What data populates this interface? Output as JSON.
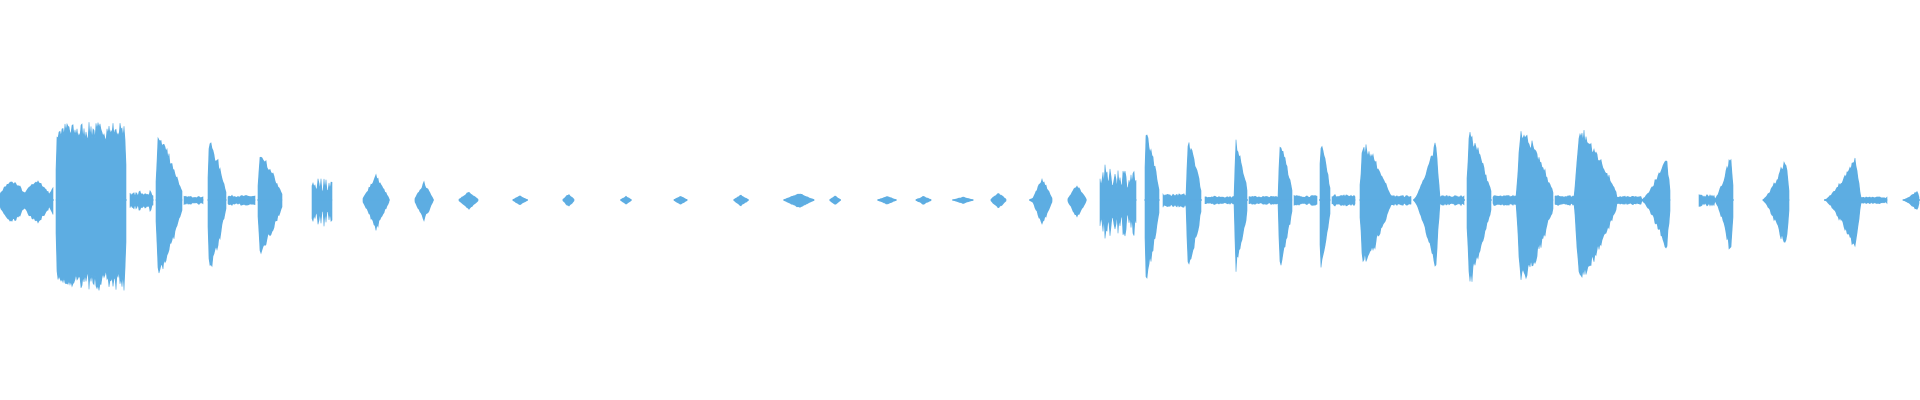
{
  "waveform": {
    "color": "#5dade2",
    "background": "#ffffff",
    "baseline_level": 0.012,
    "segments": [
      {
        "start": 0.0,
        "end": 0.028,
        "peak": 0.25,
        "shape": "wobble"
      },
      {
        "start": 0.029,
        "end": 0.066,
        "peak": 0.98,
        "shape": "block"
      },
      {
        "start": 0.068,
        "end": 0.08,
        "peak": 0.12,
        "shape": "noise"
      },
      {
        "start": 0.081,
        "end": 0.095,
        "peak": 0.88,
        "shape": "tail"
      },
      {
        "start": 0.096,
        "end": 0.106,
        "peak": 0.05,
        "shape": "flat"
      },
      {
        "start": 0.108,
        "end": 0.118,
        "peak": 0.8,
        "shape": "tail"
      },
      {
        "start": 0.119,
        "end": 0.133,
        "peak": 0.06,
        "shape": "flat"
      },
      {
        "start": 0.134,
        "end": 0.147,
        "peak": 0.6,
        "shape": "tail"
      },
      {
        "start": 0.163,
        "end": 0.173,
        "peak": 0.32,
        "shape": "noise"
      },
      {
        "start": 0.189,
        "end": 0.203,
        "peak": 0.34,
        "shape": "diamond"
      },
      {
        "start": 0.216,
        "end": 0.226,
        "peak": 0.24,
        "shape": "diamond"
      },
      {
        "start": 0.239,
        "end": 0.249,
        "peak": 0.11,
        "shape": "diamond"
      },
      {
        "start": 0.267,
        "end": 0.275,
        "peak": 0.06,
        "shape": "diamond"
      },
      {
        "start": 0.293,
        "end": 0.299,
        "peak": 0.08,
        "shape": "diamond"
      },
      {
        "start": 0.323,
        "end": 0.329,
        "peak": 0.05,
        "shape": "diamond"
      },
      {
        "start": 0.351,
        "end": 0.358,
        "peak": 0.05,
        "shape": "diamond"
      },
      {
        "start": 0.382,
        "end": 0.39,
        "peak": 0.07,
        "shape": "diamond"
      },
      {
        "start": 0.408,
        "end": 0.424,
        "peak": 0.09,
        "shape": "diamond"
      },
      {
        "start": 0.432,
        "end": 0.438,
        "peak": 0.06,
        "shape": "diamond"
      },
      {
        "start": 0.457,
        "end": 0.467,
        "peak": 0.05,
        "shape": "diamond"
      },
      {
        "start": 0.477,
        "end": 0.485,
        "peak": 0.05,
        "shape": "diamond"
      },
      {
        "start": 0.496,
        "end": 0.507,
        "peak": 0.04,
        "shape": "diamond"
      },
      {
        "start": 0.516,
        "end": 0.524,
        "peak": 0.1,
        "shape": "diamond"
      },
      {
        "start": 0.536,
        "end": 0.54,
        "peak": 0.03,
        "shape": "diamond"
      },
      {
        "start": 0.538,
        "end": 0.548,
        "peak": 0.3,
        "shape": "diamond"
      },
      {
        "start": 0.556,
        "end": 0.566,
        "peak": 0.21,
        "shape": "diamond"
      },
      {
        "start": 0.573,
        "end": 0.592,
        "peak": 0.45,
        "shape": "noise"
      },
      {
        "start": 0.596,
        "end": 0.604,
        "peak": 0.9,
        "shape": "tail"
      },
      {
        "start": 0.606,
        "end": 0.618,
        "peak": 0.08,
        "shape": "flat"
      },
      {
        "start": 0.618,
        "end": 0.626,
        "peak": 0.86,
        "shape": "tail"
      },
      {
        "start": 0.628,
        "end": 0.643,
        "peak": 0.05,
        "shape": "flat"
      },
      {
        "start": 0.643,
        "end": 0.65,
        "peak": 0.82,
        "shape": "tail"
      },
      {
        "start": 0.651,
        "end": 0.666,
        "peak": 0.05,
        "shape": "flat"
      },
      {
        "start": 0.666,
        "end": 0.673,
        "peak": 0.8,
        "shape": "tail"
      },
      {
        "start": 0.674,
        "end": 0.686,
        "peak": 0.06,
        "shape": "flat"
      },
      {
        "start": 0.687,
        "end": 0.693,
        "peak": 0.82,
        "shape": "tail"
      },
      {
        "start": 0.694,
        "end": 0.706,
        "peak": 0.07,
        "shape": "flat"
      },
      {
        "start": 0.708,
        "end": 0.724,
        "peak": 0.76,
        "shape": "tail"
      },
      {
        "start": 0.724,
        "end": 0.735,
        "peak": 0.06,
        "shape": "flat"
      },
      {
        "start": 0.736,
        "end": 0.75,
        "peak": 0.82,
        "shape": "ramp"
      },
      {
        "start": 0.75,
        "end": 0.763,
        "peak": 0.06,
        "shape": "flat"
      },
      {
        "start": 0.764,
        "end": 0.777,
        "peak": 0.93,
        "shape": "tail"
      },
      {
        "start": 0.778,
        "end": 0.79,
        "peak": 0.06,
        "shape": "flat"
      },
      {
        "start": 0.79,
        "end": 0.809,
        "peak": 0.99,
        "shape": "tail"
      },
      {
        "start": 0.81,
        "end": 0.82,
        "peak": 0.06,
        "shape": "flat"
      },
      {
        "start": 0.82,
        "end": 0.842,
        "peak": 0.96,
        "shape": "tail"
      },
      {
        "start": 0.842,
        "end": 0.855,
        "peak": 0.05,
        "shape": "flat"
      },
      {
        "start": 0.855,
        "end": 0.87,
        "peak": 0.6,
        "shape": "ramp"
      },
      {
        "start": 0.885,
        "end": 0.893,
        "peak": 0.08,
        "shape": "noise"
      },
      {
        "start": 0.893,
        "end": 0.903,
        "peak": 0.64,
        "shape": "ramp"
      },
      {
        "start": 0.918,
        "end": 0.932,
        "peak": 0.57,
        "shape": "ramp"
      },
      {
        "start": 0.95,
        "end": 0.969,
        "peak": 0.6,
        "shape": "ramp"
      },
      {
        "start": 0.969,
        "end": 0.983,
        "peak": 0.04,
        "shape": "flat"
      },
      {
        "start": 0.991,
        "end": 1.0,
        "peak": 0.12,
        "shape": "ramp"
      }
    ]
  }
}
